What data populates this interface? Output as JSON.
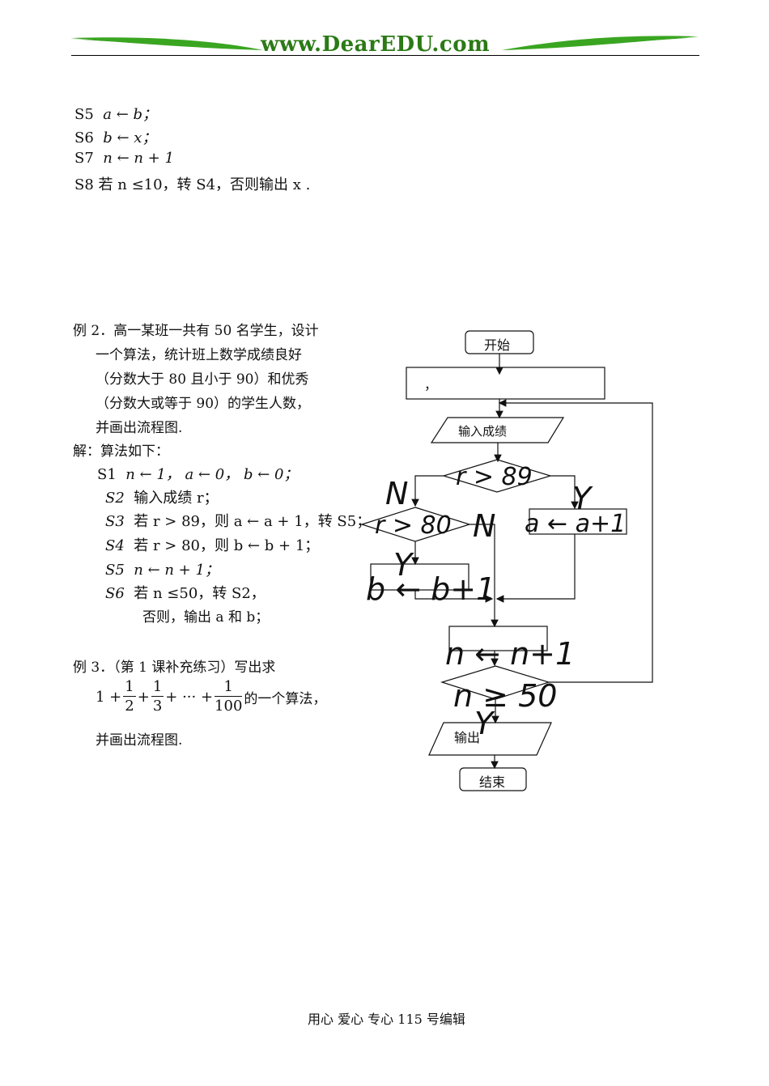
{
  "header": {
    "site": "www.DearEDU.com"
  },
  "prev_steps": [
    {
      "no": "S5",
      "text": "a ← b；"
    },
    {
      "no": "S6",
      "text": "b ← x；"
    },
    {
      "no": "S7",
      "text": "n ← n + 1"
    },
    {
      "no": "S8",
      "text": "若 n ≤10，转 S4，否则输出 x ."
    }
  ],
  "example2": {
    "lines": [
      "例 2．高一某班一共有 50 名学生，设计",
      "一个算法，统计班上数学成绩良好",
      "（分数大于 80 且小于 90）和优秀",
      "（分数大或等于 90）的学生人数，",
      "并画出流程图."
    ],
    "solution_label": "解：算法如下：",
    "steps": [
      {
        "no": "S1",
        "text": "n ← 1， a ← 0， b ← 0；"
      },
      {
        "no": "S2",
        "text": "输入成绩 r；"
      },
      {
        "no": "S3",
        "text": "若 r > 89，则 a ← a + 1，转 S5；"
      },
      {
        "no": "S4",
        "text": "若 r > 80，则 b ← b + 1；"
      },
      {
        "no": "S5",
        "text": "n ← n + 1；"
      },
      {
        "no": "S6",
        "text": "若 n ≤50，转 S2，"
      }
    ],
    "else_line": "否则，输出 a 和 b；"
  },
  "example3": {
    "title": "例 3．（第 1 课补充练习）写出求",
    "formula": {
      "lead": "1 +",
      "f1_num": "1",
      "f1_den": "2",
      "plus1": "+",
      "f2_num": "1",
      "f2_den": "3",
      "mid": "+ ··· +",
      "f3_num": "1",
      "f3_den": "100",
      "tail": "的一个算法，"
    },
    "last_line": "并画出流程图."
  },
  "flowchart": {
    "start": "开始",
    "init": "，",
    "input": "输入成绩",
    "cond1": "r > 89",
    "cond2": "r > 80",
    "assign_a": "a ← a+1",
    "assign_b": "b ← b+1",
    "assign_n": "n ← n+1",
    "cond3": "n ≥ 50",
    "output": "输出",
    "end": "结束",
    "label_N1": "N",
    "label_Y1": "Y",
    "label_N2": "N",
    "label_Y2": "Y",
    "label_Y3": "Y"
  },
  "footer": {
    "text": "用心 爱心 专心 115 号编辑"
  }
}
